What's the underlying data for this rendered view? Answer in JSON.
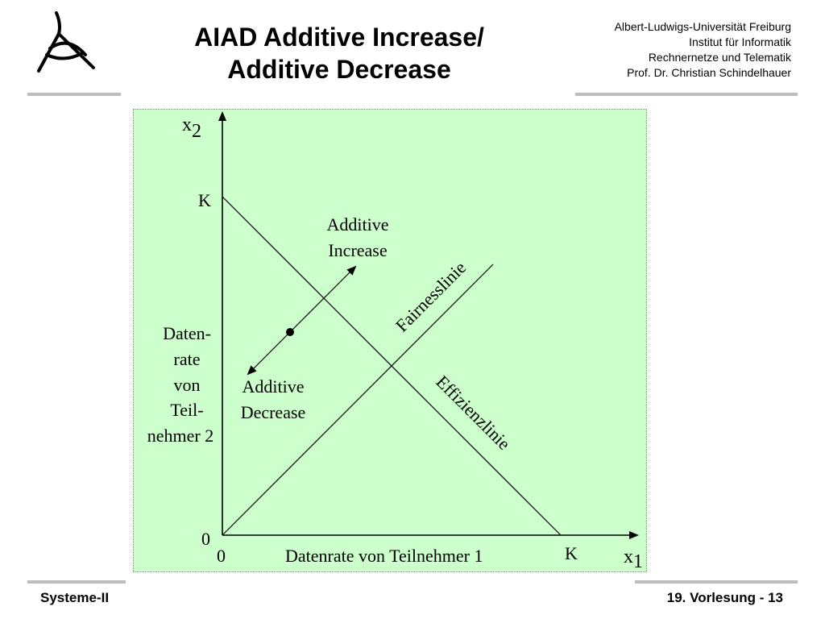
{
  "header": {
    "title_line1": "AIAD Additive Increase/",
    "title_line2": "Additive Decrease",
    "affiliation": [
      "Albert-Ludwigs-Universität Freiburg",
      "Institut für Informatik",
      "Rechnernetze und Telematik",
      "Prof. Dr. Christian Schindelhauer"
    ]
  },
  "logo": {
    "icon": "university-logo-icon"
  },
  "diagram": {
    "x_axis_label": "x",
    "x_axis_sub": "1",
    "y_axis_label": "x",
    "y_axis_sub": "2",
    "x_caption": "Datenrate von Teilnehmer 1",
    "y_caption": [
      "Daten-",
      "rate",
      "von",
      "Teil-",
      "nehmer 2"
    ],
    "origin_x": "0",
    "origin_y": "0",
    "k_x": "K",
    "k_y": "K",
    "fairness_label": "Fairnesslinie",
    "efficiency_label": "Effizienzlinie",
    "increase_label": [
      "Additive",
      "Increase"
    ],
    "decrease_label": [
      "Additive",
      "Decrease"
    ],
    "background_color": "#ccffcc"
  },
  "footer": {
    "left": "Systeme-II",
    "right": "19. Vorlesung - 13"
  }
}
